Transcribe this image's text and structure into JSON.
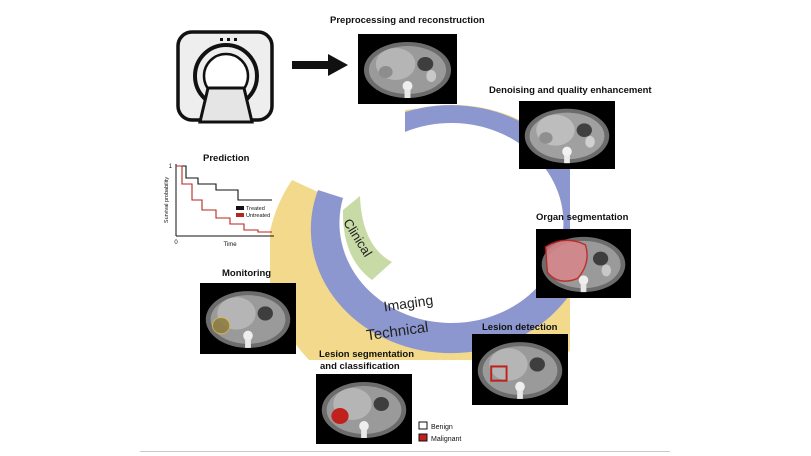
{
  "steps": {
    "preprocessing": "Preprocessing and reconstruction",
    "denoising": "Denoising and quality enhancement",
    "organ_seg": "Organ segmentation",
    "lesion_det": "Lesion detection",
    "lesion_seg_1": "Lesion segmentation",
    "lesion_seg_2": "and classification",
    "monitoring": "Monitoring",
    "prediction": "Prediction"
  },
  "rings": {
    "outer": "Technical",
    "middle": "Imaging",
    "inner": "Clinical"
  },
  "km_plot": {
    "y_axis_label": "Survival probability",
    "x_axis_label": "Time",
    "y_tick_top": "1",
    "x_tick_origin": "0",
    "legend": [
      "Treated",
      "Untreated"
    ]
  },
  "classification_legend": [
    "Benign",
    "Malignant"
  ],
  "colors": {
    "technical": "#f2d98b",
    "imaging": "#8d97cf",
    "clinical": "#c8dba6",
    "treated": "#111111",
    "untreated": "#b5271e",
    "malignant": "#c0211d"
  }
}
